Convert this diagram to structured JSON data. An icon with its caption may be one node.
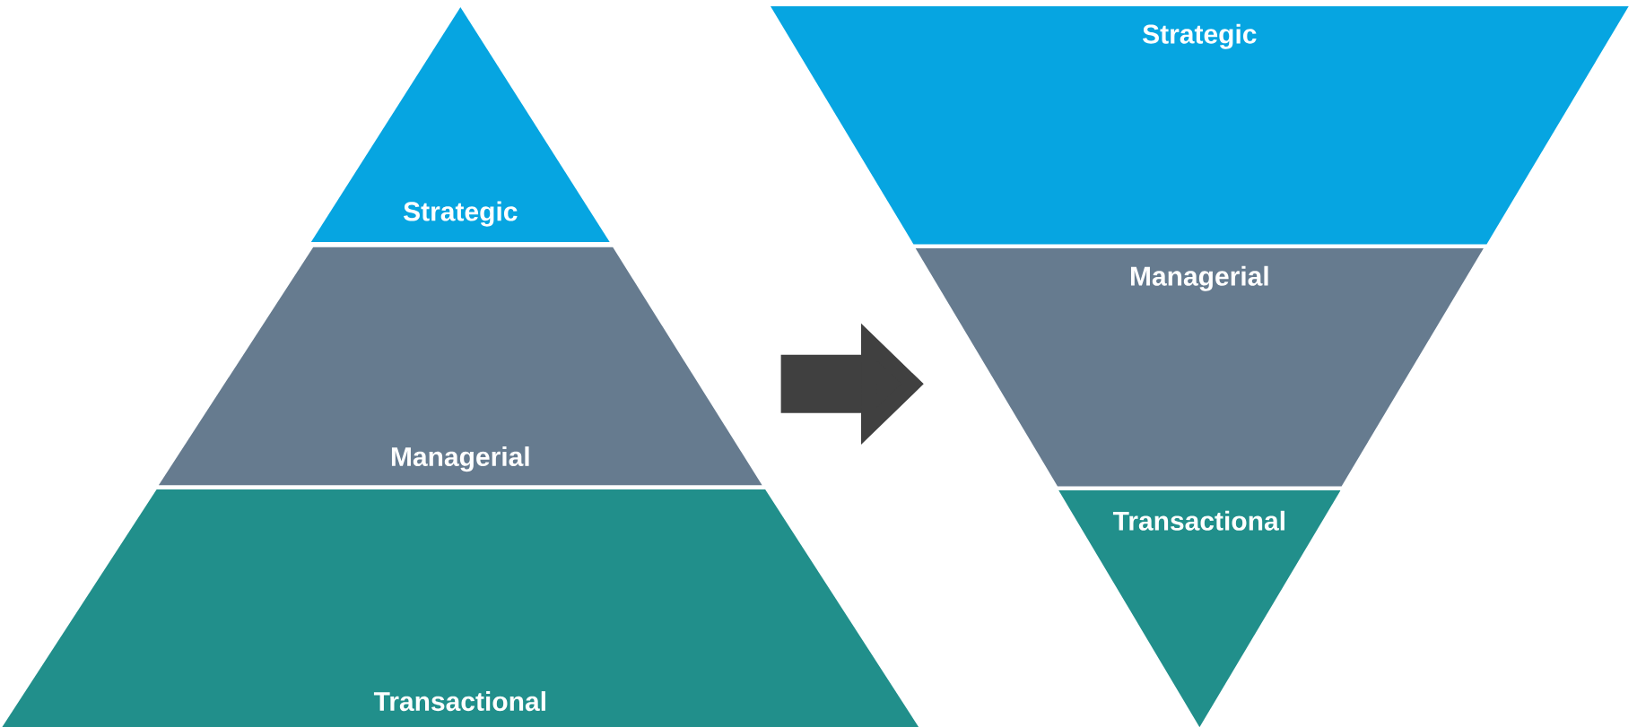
{
  "diagram": {
    "nodes": [
      {
        "text": [
          "Strategic"
        ]
      },
      {
        "text": [
          "Managerial"
        ]
      },
      {
        "text": [
          "Transactional"
        ]
      },
      {
        "text": [
          "Strategic"
        ]
      },
      {
        "text": [
          "Managerial"
        ]
      },
      {
        "text": [
          "Transactional"
        ]
      }
    ],
    "edges": [
      {
        "from": 1,
        "to": 4,
        "arrow": "to",
        "color": "#404040"
      }
    ]
  }
}
